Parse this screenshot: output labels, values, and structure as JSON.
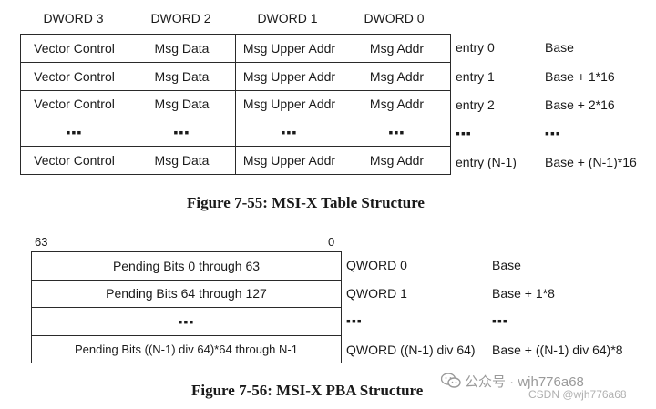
{
  "table1": {
    "headers": [
      "DWORD 3",
      "DWORD 2",
      "DWORD 1",
      "DWORD 0"
    ],
    "rows": [
      {
        "cells": [
          "Vector Control",
          "Msg Data",
          "Msg Upper Addr",
          "Msg Addr"
        ],
        "entry": "entry 0",
        "address": "Base"
      },
      {
        "cells": [
          "Vector Control",
          "Msg Data",
          "Msg Upper Addr",
          "Msg Addr"
        ],
        "entry": "entry 1",
        "address": "Base + 1*16"
      },
      {
        "cells": [
          "Vector Control",
          "Msg Data",
          "Msg Upper Addr",
          "Msg Addr"
        ],
        "entry": "entry 2",
        "address": "Base + 2*16"
      },
      {
        "cells": [
          "▪▪▪",
          "▪▪▪",
          "▪▪▪",
          "▪▪▪"
        ],
        "entry": "▪▪▪",
        "address": "▪▪▪"
      },
      {
        "cells": [
          "Vector Control",
          "Msg Data",
          "Msg Upper Addr",
          "Msg Addr"
        ],
        "entry": "entry (N-1)",
        "address": "Base + (N-1)*16"
      }
    ],
    "caption": "Figure 7-55:  MSI-X Table Structure"
  },
  "table2": {
    "bit_high": "63",
    "bit_low": "0",
    "rows": [
      {
        "cell": "Pending Bits 0 through 63",
        "qword": "QWORD 0",
        "address": "Base"
      },
      {
        "cell": "Pending Bits 64 through 127",
        "qword": "QWORD 1",
        "address": "Base + 1*8"
      },
      {
        "cell": "▪▪▪",
        "qword": "▪▪▪",
        "address": "▪▪▪"
      },
      {
        "cell": "Pending Bits ((N-1) div 64)*64 through N-1",
        "qword": "QWORD ((N-1) div 64)",
        "address": "Base + ((N-1) div 64)*8"
      }
    ],
    "caption": "Figure 7-56:  MSI-X PBA Structure"
  },
  "watermark": {
    "main": "公众号 · wjh776a68",
    "sub": "CSDN @wjh776a68"
  }
}
